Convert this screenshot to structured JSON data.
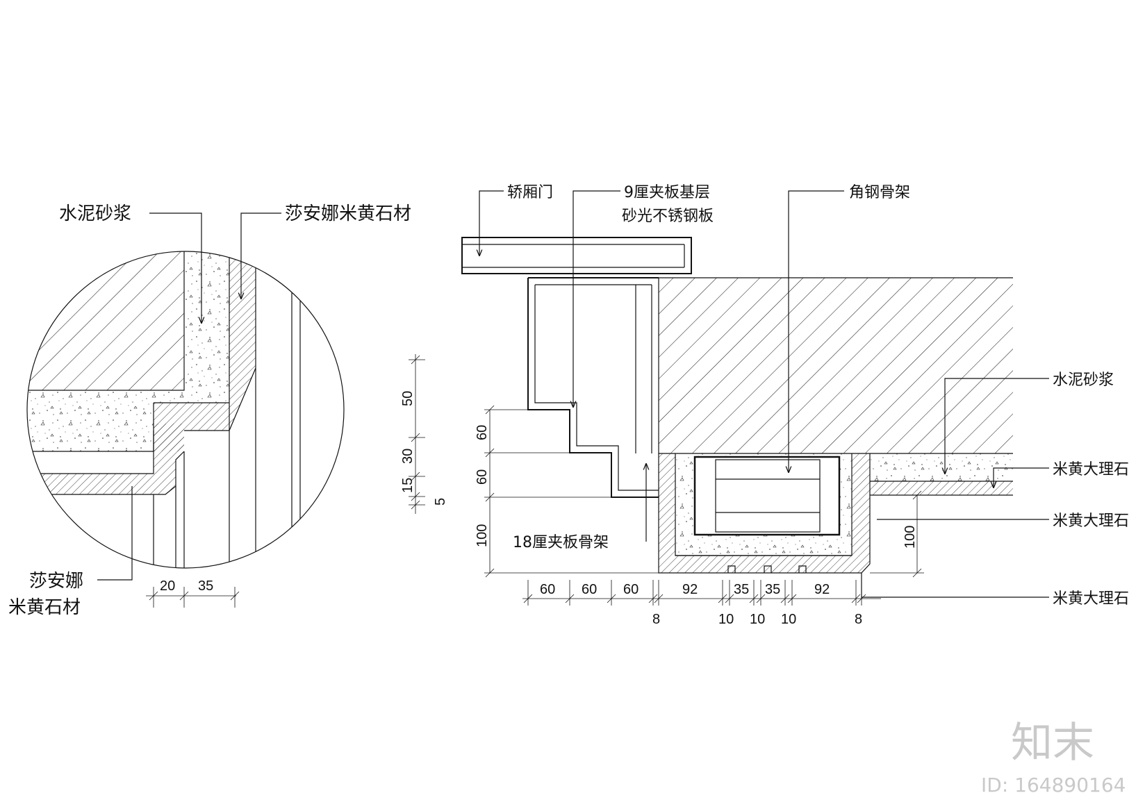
{
  "detail": {
    "cement_mortar": "水泥砂浆",
    "stone_top": "莎安娜米黄石材",
    "stone_bottom_line1": "莎安娜",
    "stone_bottom_line2": "米黄石材",
    "dims_horizontal": [
      "20",
      "35"
    ],
    "dims_vertical": [
      "50",
      "30",
      "15",
      "5"
    ]
  },
  "section": {
    "car_door": "轿厢门",
    "plywood_base": "9厘夹板基层",
    "stainless": "砂光不锈钢板",
    "angle_steel": "角钢骨架",
    "cement_mortar": "水泥砂浆",
    "marble_1": "米黄大理石",
    "marble_2": "米黄大理石",
    "marble_3": "米黄大理石",
    "plywood_frame": "18厘夹板骨架",
    "dims_left_vertical": [
      "60",
      "60",
      "100"
    ],
    "dims_right_vertical": [
      "100"
    ],
    "dims_bottom_top": [
      "60",
      "60",
      "60",
      "92",
      "35",
      "35",
      "92"
    ],
    "dims_bottom_low": [
      "8",
      "10",
      "10",
      "10",
      "8"
    ]
  },
  "watermark": {
    "brand": "知末",
    "id": "ID: 164890164"
  }
}
